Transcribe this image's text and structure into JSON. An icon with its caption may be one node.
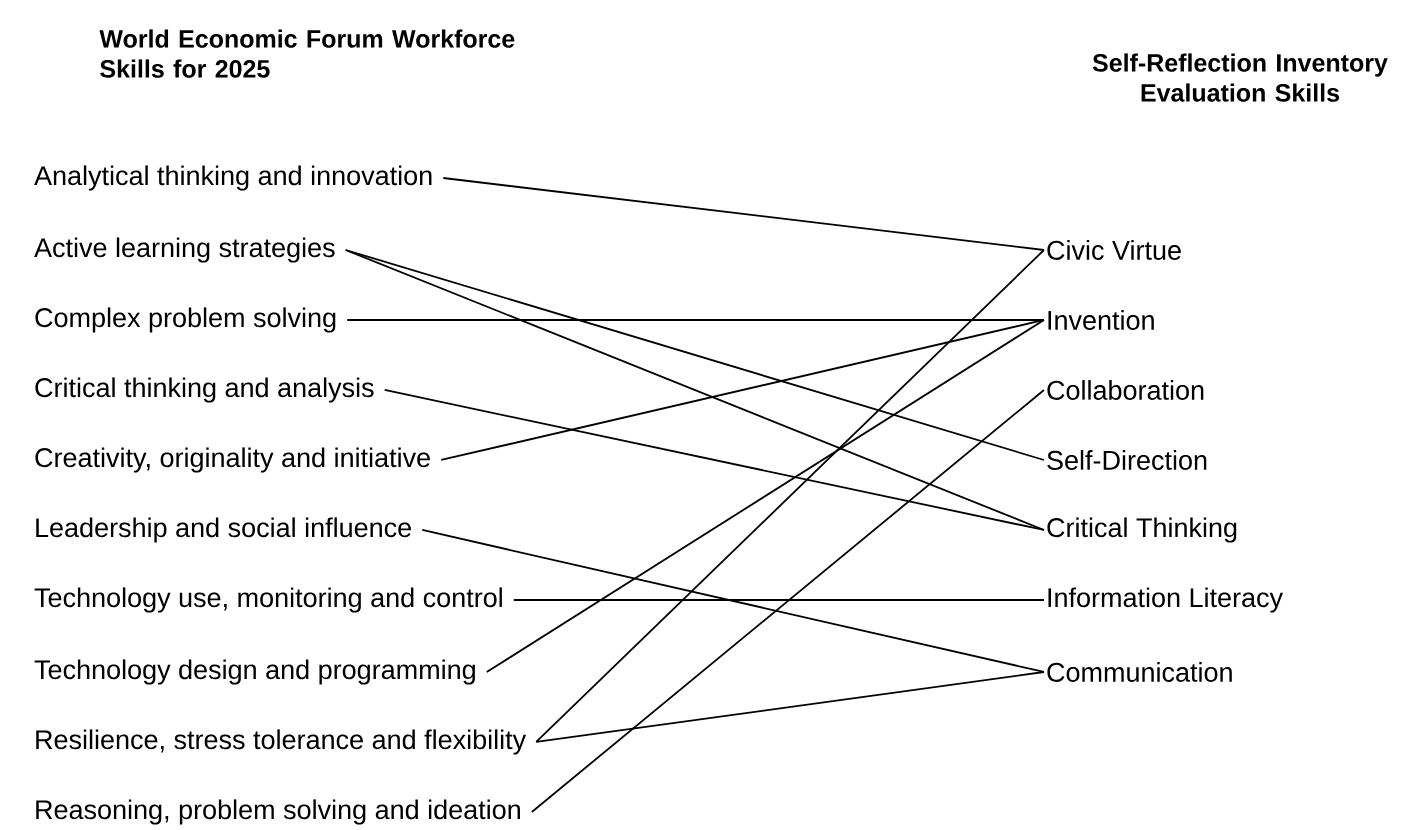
{
  "diagram": {
    "nodes": [
      {
        "text": [
          "Analytical thinking and innovation"
        ]
      },
      {
        "text": [
          "Active learning strategies"
        ]
      },
      {
        "text": [
          "Complex problem solving"
        ]
      },
      {
        "text": [
          "Critical thinking and analysis"
        ]
      },
      {
        "text": [
          "Creativity, originality and initiative"
        ]
      },
      {
        "text": [
          "Leadership and social influence"
        ]
      },
      {
        "text": [
          "Technology use, monitoring and control"
        ]
      },
      {
        "text": [
          "Technology design and programming"
        ]
      },
      {
        "text": [
          "Resilience, stress tolerance and flexibility"
        ]
      },
      {
        "text": [
          "Reasoning, problem solving and ideation"
        ]
      },
      {
        "text": [
          "Civic Virtue"
        ]
      },
      {
        "text": [
          "Invention"
        ]
      },
      {
        "text": [
          "Collaboration"
        ]
      },
      {
        "text": [
          "Self-Direction"
        ]
      },
      {
        "text": [
          "Critical Thinking"
        ]
      },
      {
        "text": [
          "Information Literacy"
        ]
      },
      {
        "text": [
          "Communication"
        ]
      }
    ],
    "edges": [
      {
        "from": 0,
        "to": 10,
        "arrow": "none"
      },
      {
        "from": 1,
        "to": 13,
        "arrow": "none"
      },
      {
        "from": 1,
        "to": 14,
        "arrow": "none"
      },
      {
        "from": 2,
        "to": 11,
        "arrow": "none"
      },
      {
        "from": 3,
        "to": 14,
        "arrow": "none"
      },
      {
        "from": 4,
        "to": 11,
        "arrow": "none"
      },
      {
        "from": 5,
        "to": 16,
        "arrow": "none"
      },
      {
        "from": 6,
        "to": 15,
        "arrow": "none"
      },
      {
        "from": 7,
        "to": 11,
        "arrow": "none"
      },
      {
        "from": 8,
        "to": 10,
        "arrow": "none"
      },
      {
        "from": 8,
        "to": 16,
        "arrow": "none"
      },
      {
        "from": 9,
        "to": 12,
        "arrow": "none"
      }
    ],
    "labels": [
      "World Economic Forum Workforce Skills for 2025",
      "Self-Reflection Inventory Evaluation Skills"
    ]
  }
}
